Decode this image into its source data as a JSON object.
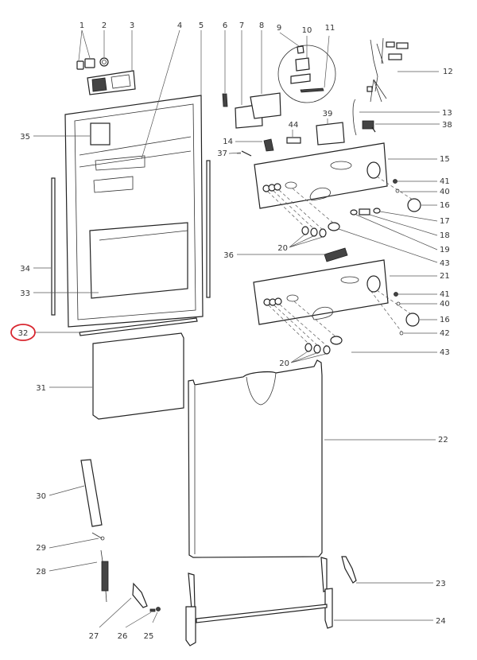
{
  "diagram": {
    "title": "Dishwasher door and control panel exploded parts diagram",
    "highlight": {
      "part": "32",
      "color": "#d8262f"
    },
    "labels": [
      {
        "id": "1",
        "text": "1"
      },
      {
        "id": "2",
        "text": "2"
      },
      {
        "id": "3",
        "text": "3"
      },
      {
        "id": "4",
        "text": "4"
      },
      {
        "id": "5",
        "text": "5"
      },
      {
        "id": "6",
        "text": "6"
      },
      {
        "id": "7",
        "text": "7"
      },
      {
        "id": "8",
        "text": "8"
      },
      {
        "id": "9",
        "text": "9"
      },
      {
        "id": "10",
        "text": "10"
      },
      {
        "id": "11",
        "text": "11"
      },
      {
        "id": "12",
        "text": "12"
      },
      {
        "id": "13",
        "text": "13"
      },
      {
        "id": "14",
        "text": "14"
      },
      {
        "id": "15",
        "text": "15"
      },
      {
        "id": "16a",
        "text": "16"
      },
      {
        "id": "16b",
        "text": "16"
      },
      {
        "id": "17",
        "text": "17"
      },
      {
        "id": "18",
        "text": "18"
      },
      {
        "id": "19",
        "text": "19"
      },
      {
        "id": "20a",
        "text": "20"
      },
      {
        "id": "20b",
        "text": "20"
      },
      {
        "id": "21",
        "text": "21"
      },
      {
        "id": "22",
        "text": "22"
      },
      {
        "id": "23",
        "text": "23"
      },
      {
        "id": "24",
        "text": "24"
      },
      {
        "id": "25",
        "text": "25"
      },
      {
        "id": "26",
        "text": "26"
      },
      {
        "id": "27",
        "text": "27"
      },
      {
        "id": "28",
        "text": "28"
      },
      {
        "id": "29",
        "text": "29"
      },
      {
        "id": "30",
        "text": "30"
      },
      {
        "id": "31",
        "text": "31"
      },
      {
        "id": "32",
        "text": "32"
      },
      {
        "id": "33",
        "text": "33"
      },
      {
        "id": "34",
        "text": "34"
      },
      {
        "id": "35",
        "text": "35"
      },
      {
        "id": "36",
        "text": "36"
      },
      {
        "id": "37",
        "text": "37"
      },
      {
        "id": "38",
        "text": "38"
      },
      {
        "id": "39",
        "text": "39"
      },
      {
        "id": "40a",
        "text": "40"
      },
      {
        "id": "40b",
        "text": "40"
      },
      {
        "id": "41a",
        "text": "41"
      },
      {
        "id": "41b",
        "text": "41"
      },
      {
        "id": "42",
        "text": "42"
      },
      {
        "id": "43a",
        "text": "43"
      },
      {
        "id": "43b",
        "text": "43"
      },
      {
        "id": "44",
        "text": "44"
      }
    ]
  }
}
